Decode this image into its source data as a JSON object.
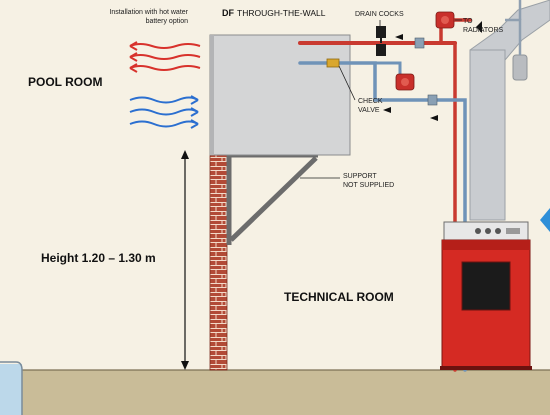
{
  "labels": {
    "installation_note_line1": "Installation with hot water",
    "installation_note_line2": "battery option",
    "unit_title_prefix": "DF",
    "unit_title_rest": "THROUGH-THE-WALL",
    "drain_cocks": "DRAIN COCKS",
    "to_radiators_line1": "TO",
    "to_radiators_line2": "RADIATORS",
    "check_valve_line1": "CHECK",
    "check_valve_line2": "VALVE",
    "support_line1": "SUPPORT",
    "support_line2": "NOT SUPPLIED",
    "pool_room": "POOL ROOM",
    "technical_room": "TECHNICAL ROOM",
    "height": "Height 1.20 – 1.30 m"
  },
  "colors": {
    "background": "#f6f1e4",
    "floor": "#c9bc98",
    "brick": "#b24a36",
    "unit_box": "#d4d5d6",
    "hot_pipe": "#c93a30",
    "cold_pipe": "#6f93b8",
    "air_hot": "#d8322c",
    "air_cold": "#2b6fd0",
    "boiler": "#d52a23",
    "flue": "#c9ccd0",
    "pool_water": "#bcd8ea"
  }
}
